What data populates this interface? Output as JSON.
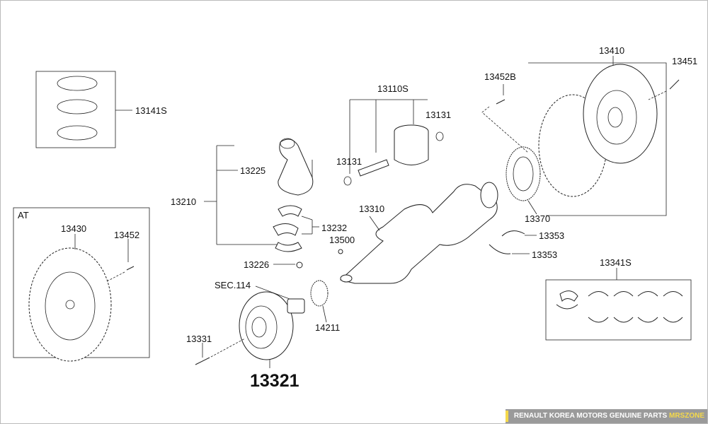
{
  "labels": [
    "13141S",
    "13110S",
    "13131",
    "13131",
    "13452B",
    "13410",
    "13451",
    "13225",
    "13210",
    "13310",
    "13370",
    "13232",
    "13500",
    "13353",
    "13353",
    "13341S",
    "13226",
    "AT",
    "13430",
    "13452",
    "SEC.114",
    "14211",
    "13331",
    "13321"
  ],
  "banner": {
    "text": "RENAULT KOREA MOTORS GENUINE PARTS",
    "brand": "MRSZONE"
  },
  "colors": {
    "accent": "#f5d94a",
    "banner_bg": "#9a9a9a"
  }
}
